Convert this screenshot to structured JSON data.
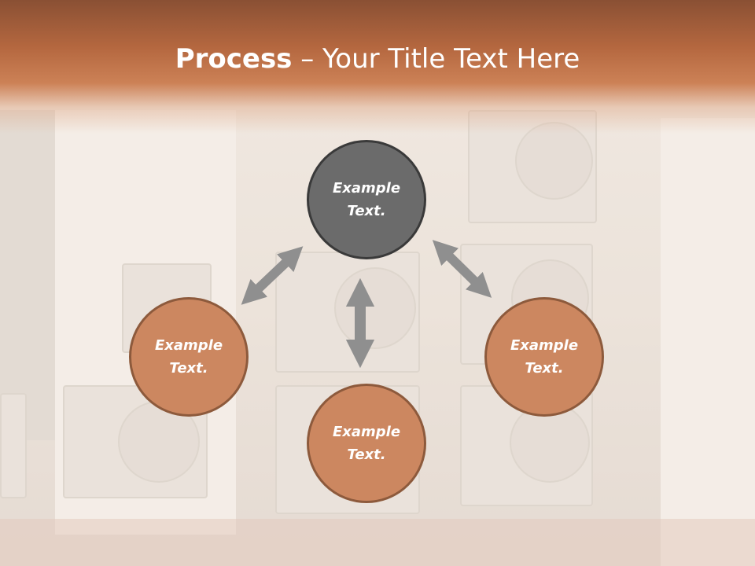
{
  "title": {
    "bold": "Process",
    "rest": " – Your Title Text Here"
  },
  "nodes": [
    {
      "id": "center",
      "line1": "Example",
      "line2": "Text."
    },
    {
      "id": "left",
      "line1": "Example",
      "line2": "Text."
    },
    {
      "id": "right",
      "line1": "Example",
      "line2": "Text."
    },
    {
      "id": "bottom",
      "line1": "Example",
      "line2": "Text."
    }
  ],
  "colors": {
    "title_band": "#b4673f",
    "center_node": "#6b6b6b",
    "outer_node": "#cc8760",
    "arrow": "#8f8f8f"
  }
}
